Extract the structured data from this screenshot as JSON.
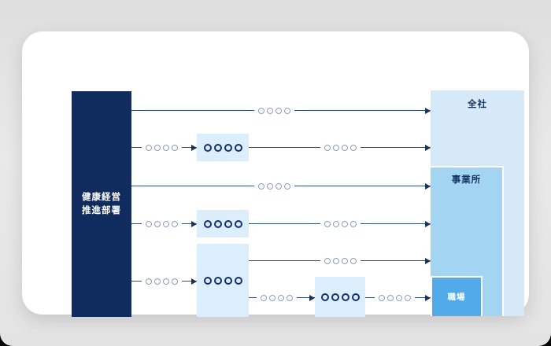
{
  "diagram": {
    "department_box": {
      "line1": "健康経営",
      "line2": "推進部署"
    },
    "org_boxes": {
      "company": "全社",
      "office": "事業所",
      "workplace": "職場"
    },
    "placeholder": "〇〇〇〇",
    "process_box_labels": [
      "〇〇〇〇",
      "〇〇〇〇",
      "〇〇〇〇",
      "〇〇〇〇"
    ],
    "connector_labels": [
      "〇〇〇〇",
      "〇〇〇〇",
      "〇〇〇〇",
      "〇〇〇〇",
      "〇〇〇〇",
      "〇〇〇〇",
      "〇〇〇〇",
      "〇〇〇〇",
      "〇〇〇〇",
      "〇〇〇〇"
    ]
  },
  "colors": {
    "canvas_background": "#e5e5e5",
    "card_background": "#ffffff",
    "department_box": "#102c5e",
    "process_box": "#dcedfb",
    "company_box": "#d5e9f8",
    "office_box": "#a3d4f2",
    "workplace_box": "#52abe9",
    "line": "#31507e",
    "arrowhead": "#16325f",
    "line_label_ring": "#8c9cb8",
    "box_label_ring": "#12316b",
    "box_label_text": "#14335f"
  }
}
